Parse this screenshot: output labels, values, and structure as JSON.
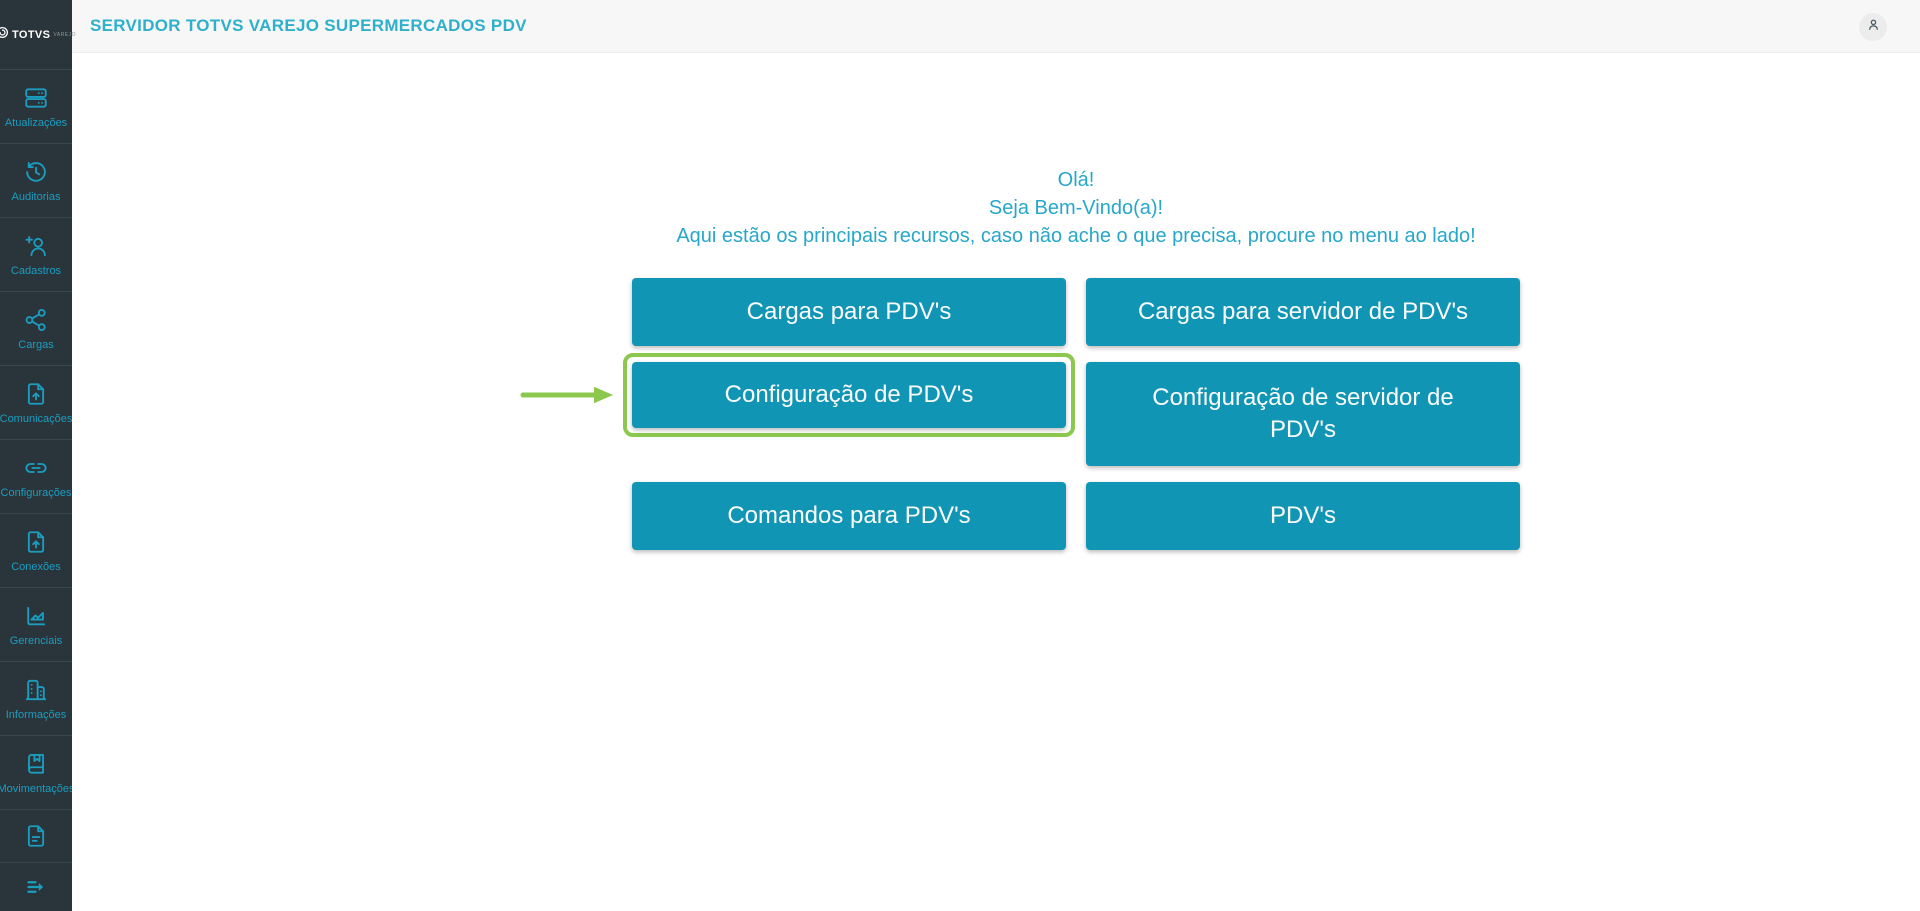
{
  "header": {
    "title": "SERVIDOR TOTVS VAREJO SUPERMERCADOS PDV",
    "avatar_icon": "person-icon"
  },
  "sidebar": {
    "logo": {
      "brand": "TOTVS",
      "sub": "VAREJO",
      "icon": "totvs-logo-icon"
    },
    "items": [
      {
        "label": "Atualizações",
        "icon": "server-icon"
      },
      {
        "label": "Auditorias",
        "icon": "history-icon"
      },
      {
        "label": "Cadastros",
        "icon": "person-add-icon"
      },
      {
        "label": "Cargas",
        "icon": "share-icon"
      },
      {
        "label": "Comunicações",
        "icon": "file-upload-icon"
      },
      {
        "label": "Configurações",
        "icon": "link-icon"
      },
      {
        "label": "Conexões",
        "icon": "file-upload-icon"
      },
      {
        "label": "Gerenciais",
        "icon": "chart-icon"
      },
      {
        "label": "Informações",
        "icon": "building-icon"
      },
      {
        "label": "Movimentações",
        "icon": "book-icon"
      },
      {
        "label": "",
        "icon": "document-icon"
      },
      {
        "label": "",
        "icon": "logout-icon"
      }
    ]
  },
  "welcome": {
    "line1": "Olá!",
    "line2": "Seja Bem-Vindo(a)!",
    "line3": "Aqui estão os principais recursos, caso não ache o que precisa, procure no menu ao lado!"
  },
  "buttons": [
    {
      "label": "Cargas para PDV's",
      "highlighted": false
    },
    {
      "label": "Cargas para servidor de PDV's",
      "highlighted": false
    },
    {
      "label": "Configuração de PDV's",
      "highlighted": true
    },
    {
      "label": "Configuração de servidor de PDV's",
      "highlighted": false
    },
    {
      "label": "Comandos para PDV's",
      "highlighted": false
    },
    {
      "label": "PDV's",
      "highlighted": false
    }
  ],
  "colors": {
    "sidebar_bg": "#2a353b",
    "sidebar_divider": "#39464d",
    "icon_teal": "#1b9dc0",
    "header_bg": "#f7f7f7",
    "title_teal": "#2eb0cb",
    "button_teal": "#1195b5",
    "welcome_teal": "#27a7c9",
    "highlight_green": "#8cc84e"
  }
}
